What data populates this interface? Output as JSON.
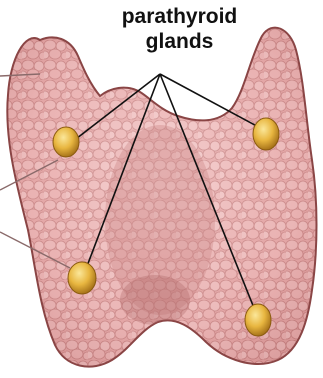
{
  "label": {
    "line1": "parathyroid",
    "line2": "glands"
  },
  "colors": {
    "background": "#ffffff",
    "tissue_light": "#f2c7c7",
    "tissue_mid": "#d99292",
    "tissue_dark": "#a85c5c",
    "tissue_edge": "#7a3a3a",
    "gland_light": "#f7d56a",
    "gland_dark": "#c9921e",
    "pointer_line": "#111111",
    "vessel_line": "#8a6a6a"
  },
  "icons": [
    "thyroid-illustration",
    "parathyroid-gland-icon"
  ]
}
